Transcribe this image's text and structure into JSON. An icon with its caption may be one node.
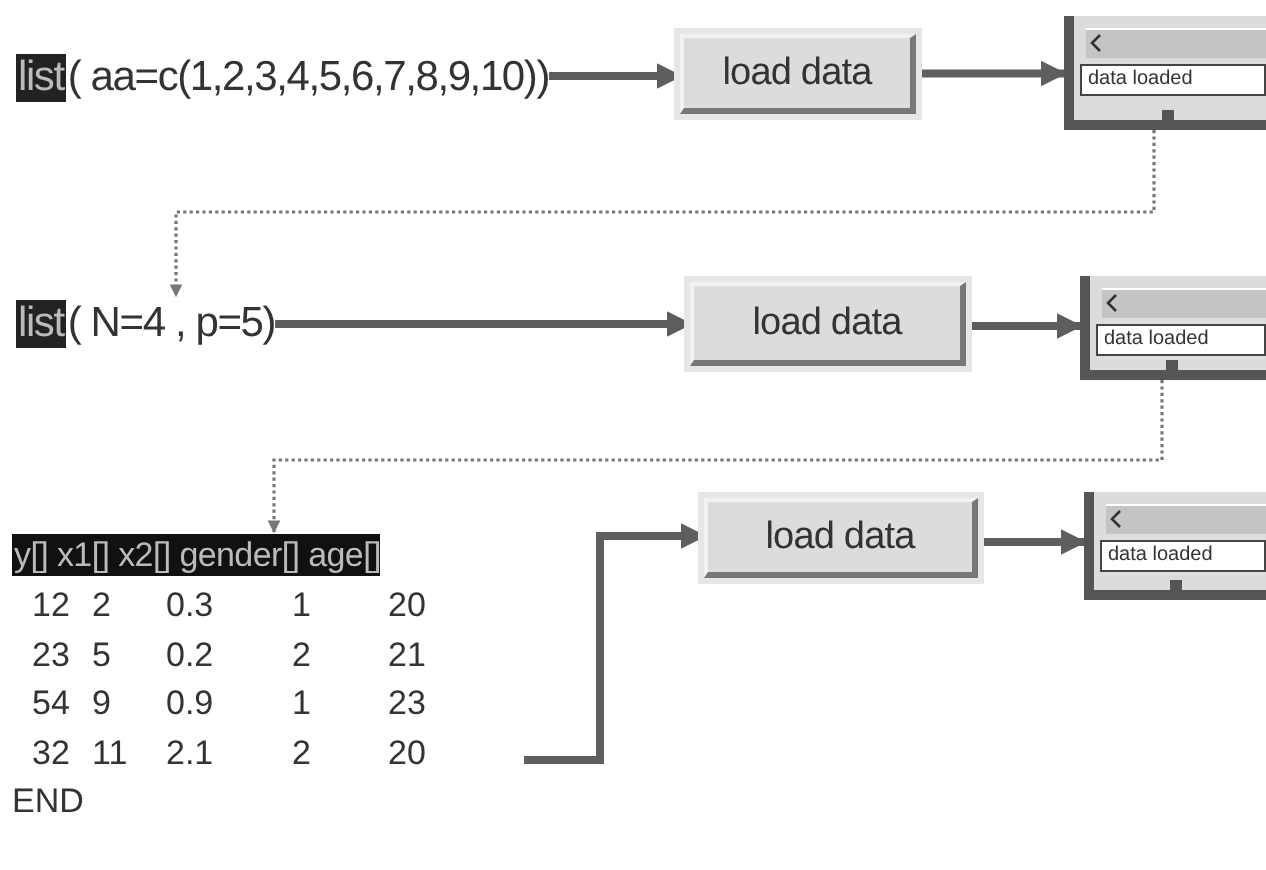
{
  "diagram": {
    "nodes": [
      {
        "text": [
          "list",
          "( aa=c(1,2,3,4,5,6,7,8,9,10))"
        ]
      },
      {
        "text": [
          "load data"
        ]
      },
      {
        "text": [
          "data loaded"
        ]
      },
      {
        "text": [
          "list",
          "( N=4 , p=5)"
        ]
      },
      {
        "text": [
          "load data"
        ]
      },
      {
        "text": [
          "data loaded"
        ]
      },
      {
        "text": [
          "y[] x1[] x2[] gender[] age[]",
          "12 2 0.3 1 20",
          "23 5 0.2 2 21",
          "54 9 0.9 1 23",
          "32 11 2.1 2 20",
          "END"
        ]
      },
      {
        "text": [
          "load data"
        ]
      },
      {
        "text": [
          "data loaded"
        ]
      }
    ],
    "edges": [
      {
        "from": 0,
        "to": 1,
        "arrow": "to"
      },
      {
        "from": 1,
        "to": 2,
        "arrow": "to"
      },
      {
        "from": 2,
        "to": 3,
        "arrow": "to",
        "style": "dashed"
      },
      {
        "from": 3,
        "to": 4,
        "arrow": "to"
      },
      {
        "from": 4,
        "to": 5,
        "arrow": "to"
      },
      {
        "from": 5,
        "to": 6,
        "arrow": "to",
        "style": "dashed"
      },
      {
        "from": 6,
        "to": 7,
        "arrow": "to"
      },
      {
        "from": 7,
        "to": 8,
        "arrow": "to"
      }
    ]
  }
}
